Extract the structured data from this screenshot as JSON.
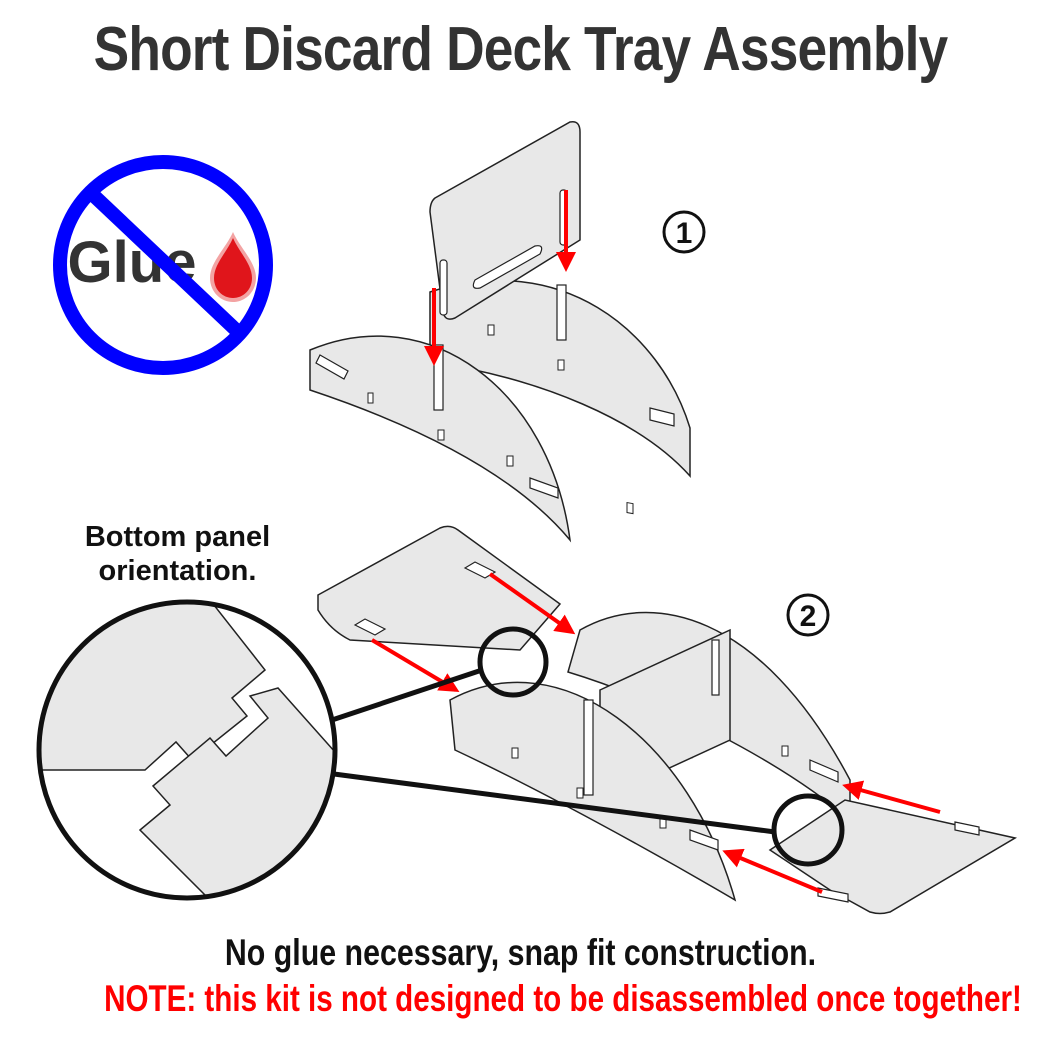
{
  "title": "Short Discard Deck Tray Assembly",
  "no_glue": {
    "word": "Glue",
    "circle_color": "#0000ff",
    "drop_color": "#e0151b",
    "icon": "no-glue-icon"
  },
  "steps": [
    {
      "number": "1"
    },
    {
      "number": "2"
    }
  ],
  "bottom_panel_label": {
    "line1": "Bottom panel",
    "line2": "orientation."
  },
  "notes": {
    "info": "No glue necessary, snap fit construction.",
    "warning": "NOTE: this kit is not designed to be disassembled once together!"
  },
  "colors": {
    "arrow": "#ff0000",
    "panel_fill": "#e8e8e8",
    "outline": "#222222",
    "warning_text": "#ff0000"
  }
}
